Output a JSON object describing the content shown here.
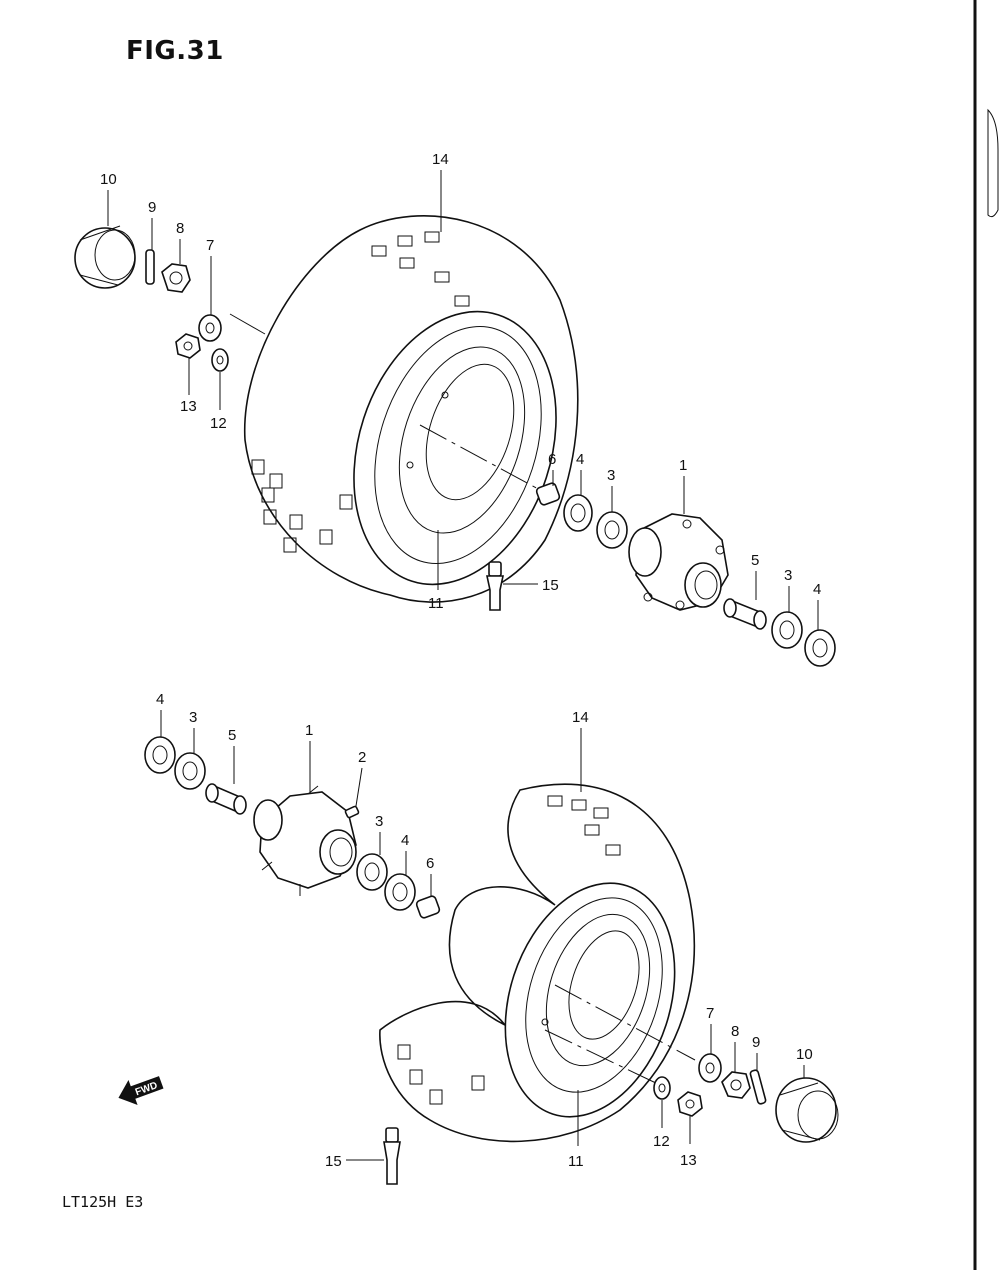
{
  "figure": {
    "title": "FIG.31",
    "model_code": "LT125H E3",
    "forward_label": "FWD"
  },
  "assemblies": [
    {
      "name": "upper-wheel-assembly",
      "callouts": [
        "10",
        "9",
        "8",
        "7",
        "13",
        "12",
        "14",
        "6",
        "4",
        "3",
        "1",
        "5",
        "3",
        "4",
        "11",
        "15"
      ]
    },
    {
      "name": "lower-wheel-assembly",
      "callouts": [
        "4",
        "3",
        "5",
        "1",
        "2",
        "3",
        "4",
        "6",
        "14",
        "7",
        "8",
        "9",
        "10",
        "12",
        "13",
        "11",
        "15"
      ]
    }
  ],
  "icons": [
    "fwd-arrow-icon"
  ],
  "colors": {
    "ink": "#111111",
    "paper": "#ffffff"
  }
}
